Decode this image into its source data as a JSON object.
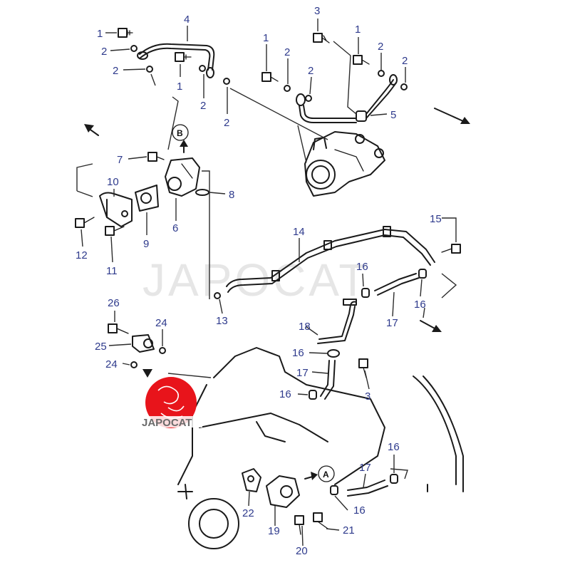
{
  "watermark": {
    "text": "JAPOCAT"
  },
  "logo": {
    "text": "JAPOCAT",
    "color": "#e8141b"
  },
  "refs": {
    "a": "A",
    "b": "B"
  },
  "callouts": [
    {
      "id": "c1a",
      "text": "1"
    },
    {
      "id": "c1b",
      "text": "1"
    },
    {
      "id": "c1c",
      "text": "1"
    },
    {
      "id": "c1d",
      "text": "1"
    },
    {
      "id": "c2a",
      "text": "2"
    },
    {
      "id": "c2b",
      "text": "2"
    },
    {
      "id": "c2c",
      "text": "2"
    },
    {
      "id": "c2d",
      "text": "2"
    },
    {
      "id": "c2e",
      "text": "2"
    },
    {
      "id": "c2f",
      "text": "2"
    },
    {
      "id": "c2g",
      "text": "2"
    },
    {
      "id": "c2h",
      "text": "2"
    },
    {
      "id": "c3a",
      "text": "3"
    },
    {
      "id": "c3b",
      "text": "3"
    },
    {
      "id": "c4",
      "text": "4"
    },
    {
      "id": "c5",
      "text": "5"
    },
    {
      "id": "c6",
      "text": "6"
    },
    {
      "id": "c7",
      "text": "7"
    },
    {
      "id": "c8",
      "text": "8"
    },
    {
      "id": "c9",
      "text": "9"
    },
    {
      "id": "c10",
      "text": "10"
    },
    {
      "id": "c11",
      "text": "11"
    },
    {
      "id": "c12",
      "text": "12"
    },
    {
      "id": "c13",
      "text": "13"
    },
    {
      "id": "c14",
      "text": "14"
    },
    {
      "id": "c15",
      "text": "15"
    },
    {
      "id": "c16a",
      "text": "16"
    },
    {
      "id": "c16b",
      "text": "16"
    },
    {
      "id": "c16c",
      "text": "16"
    },
    {
      "id": "c16d",
      "text": "16"
    },
    {
      "id": "c16e",
      "text": "16"
    },
    {
      "id": "c16f",
      "text": "16"
    },
    {
      "id": "c17a",
      "text": "17"
    },
    {
      "id": "c17b",
      "text": "17"
    },
    {
      "id": "c17c",
      "text": "17"
    },
    {
      "id": "c18",
      "text": "18"
    },
    {
      "id": "c19",
      "text": "19"
    },
    {
      "id": "c20",
      "text": "20"
    },
    {
      "id": "c21",
      "text": "21"
    },
    {
      "id": "c22",
      "text": "22"
    },
    {
      "id": "c24a",
      "text": "24"
    },
    {
      "id": "c24b",
      "text": "24"
    },
    {
      "id": "c25",
      "text": "25"
    },
    {
      "id": "c26",
      "text": "26"
    }
  ]
}
